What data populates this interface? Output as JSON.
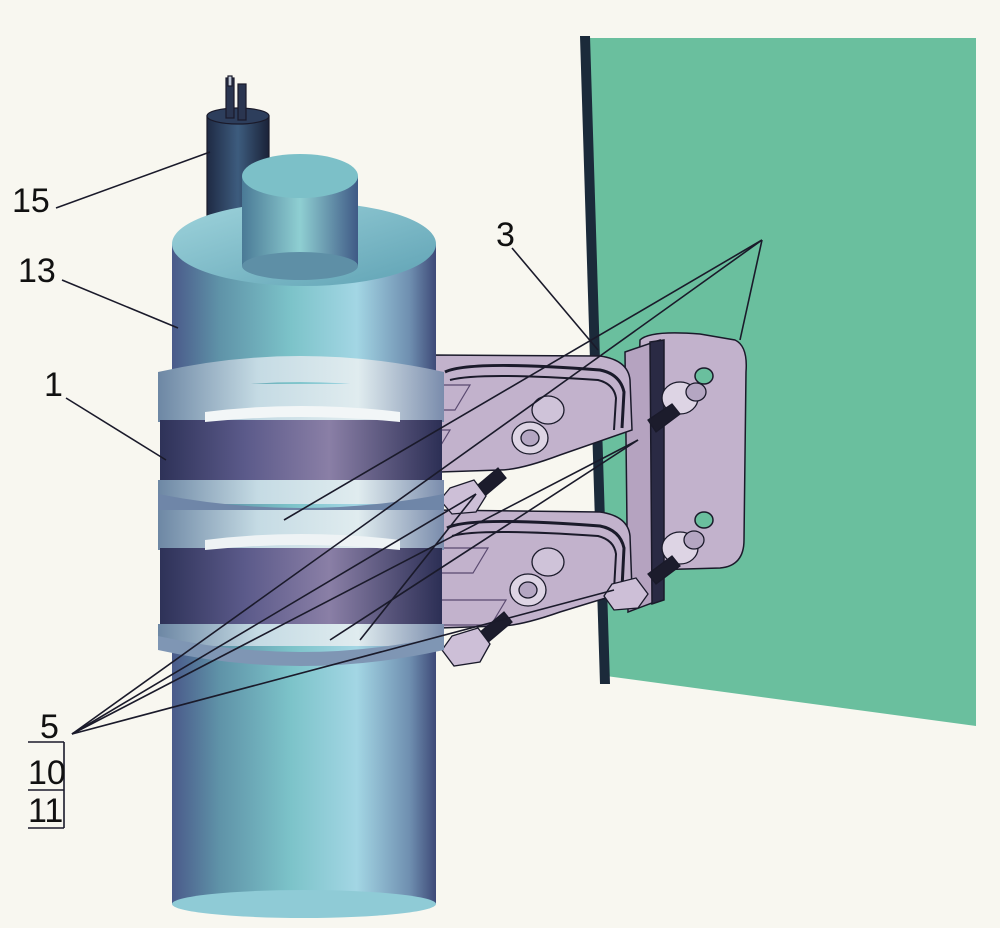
{
  "labels": {
    "l15": "15",
    "l13": "13",
    "l1": "1",
    "l3": "3",
    "l5": "5",
    "l10": "10",
    "l11": "11"
  },
  "colors": {
    "background": "#f8f7f0",
    "panel": "#6abf9e",
    "bracket": "#c2b2cc",
    "cylinder_light": "#a8d8e6",
    "cylinder_dark": "#3e4a78",
    "band": "#4a4e78",
    "outline": "#1a1a2a"
  }
}
